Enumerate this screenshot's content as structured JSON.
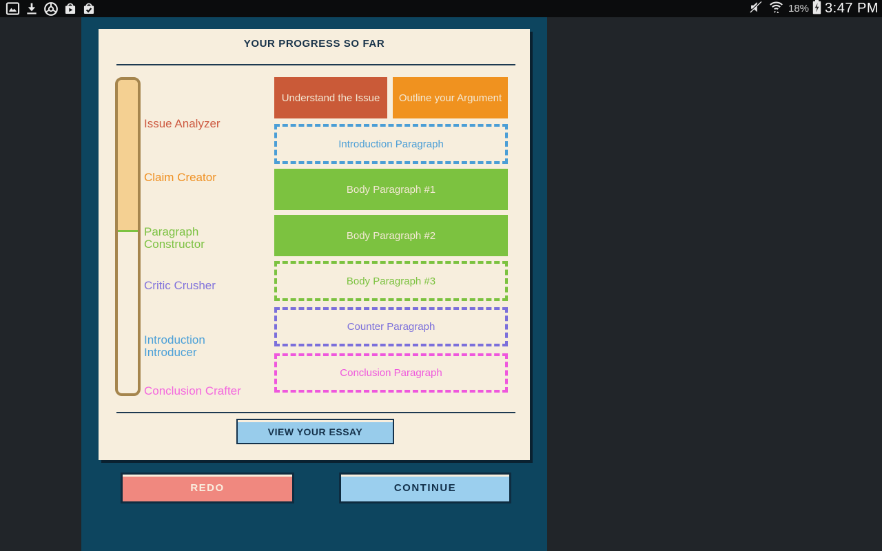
{
  "status_bar": {
    "time": "3:47 PM",
    "battery_percent": "18%",
    "left_icons": [
      "gallery",
      "download",
      "chrome",
      "play-store",
      "bag-check"
    ],
    "right_icons": [
      "volume-muted",
      "wifi-data",
      "battery-charging"
    ]
  },
  "panel": {
    "title": "YOUR PROGRESS SO FAR",
    "stages": [
      {
        "label": "Issue Analyzer",
        "color": "#cd5a41"
      },
      {
        "label": "Claim Creator",
        "color": "#ef9022"
      },
      {
        "label": "Paragraph Constructor",
        "color": "#7dc244"
      },
      {
        "label": "Critic Crusher",
        "color": "#8273dc"
      },
      {
        "label": "Introduction Introducer",
        "color": "#4ba0d8"
      },
      {
        "label": "Conclusion Crafter",
        "color": "#f468de"
      }
    ],
    "progress_bar": {
      "fill_percent": 49,
      "fill_color": "#f4d092",
      "border_color": "#a5854d",
      "marker_color": "#7cc240"
    },
    "blocks": [
      {
        "label": "Understand the Issue",
        "state": "complete",
        "color": "#ca5a38"
      },
      {
        "label": "Outline your Argument",
        "state": "complete",
        "color": "#f0921f"
      },
      {
        "label": "Introduction Paragraph",
        "state": "incomplete",
        "color": "#4b9ed6"
      },
      {
        "label": "Body Paragraph #1",
        "state": "complete",
        "color": "#7cc240"
      },
      {
        "label": "Body Paragraph #2",
        "state": "complete",
        "color": "#7cc240"
      },
      {
        "label": "Body Paragraph #3",
        "state": "incomplete",
        "color": "#7cc240"
      },
      {
        "label": "Counter Paragraph",
        "state": "incomplete",
        "color": "#7b6fdb"
      },
      {
        "label": "Conclusion Paragraph",
        "state": "incomplete",
        "color": "#ef57dd"
      }
    ],
    "view_essay_button": "VIEW YOUR ESSAY"
  },
  "footer": {
    "redo_button": "REDO",
    "continue_button": "CONTINUE"
  },
  "colors": {
    "background": "#212529",
    "stage_panel": "#0d455f",
    "card": "#f7eedd",
    "title_text": "#173249",
    "card_shadow": "#0a2130"
  }
}
